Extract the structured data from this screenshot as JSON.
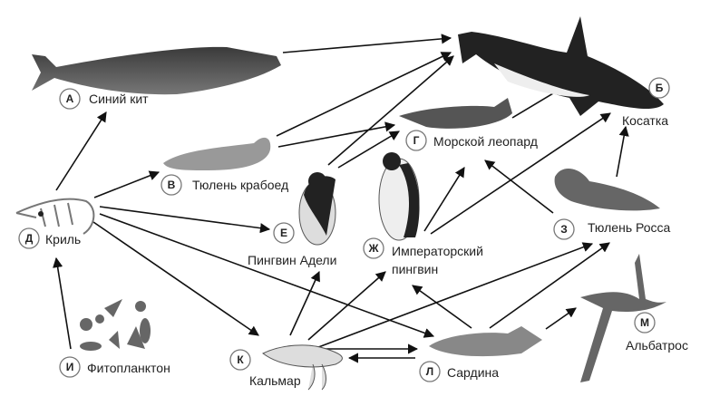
{
  "title": "Пищевая сеть Антарктики",
  "nodes": {
    "A": {
      "letter": "А",
      "name": "Синий кит"
    },
    "B": {
      "letter": "Б",
      "name": "Косатка"
    },
    "V": {
      "letter": "В",
      "name": "Тюлень крабоед"
    },
    "G": {
      "letter": "Г",
      "name": "Морской леопард"
    },
    "D": {
      "letter": "Д",
      "name": "Криль"
    },
    "E": {
      "letter": "Е",
      "name": "Пингвин Адели"
    },
    "Zh": {
      "letter": "Ж",
      "name_line1": "Императорский",
      "name_line2": "пингвин"
    },
    "Z": {
      "letter": "З",
      "name": "Тюлень Росса"
    },
    "I": {
      "letter": "И",
      "name": "Фитопланктон"
    },
    "K": {
      "letter": "К",
      "name": "Кальмар"
    },
    "L": {
      "letter": "Л",
      "name": "Сардина"
    },
    "M": {
      "letter": "М",
      "name": "Альбатрос"
    }
  },
  "edges": [
    [
      "Синий кит",
      "Косатка"
    ],
    [
      "Криль",
      "Синий кит"
    ],
    [
      "Криль",
      "Тюлень крабоед"
    ],
    [
      "Криль",
      "Пингвин Адели"
    ],
    [
      "Криль",
      "Сардина"
    ],
    [
      "Криль",
      "Кальмар"
    ],
    [
      "Тюлень крабоед",
      "Косатка"
    ],
    [
      "Тюлень крабоед",
      "Морской леопард"
    ],
    [
      "Пингвин Адели",
      "Косатка"
    ],
    [
      "Пингвин Адели",
      "Морской леопард"
    ],
    [
      "Морской леопард",
      "Косатка"
    ],
    [
      "Императорский пингвин",
      "Морской леопард"
    ],
    [
      "Императорский пингвин",
      "Косатка"
    ],
    [
      "Тюлень Росса",
      "Морской леопард"
    ],
    [
      "Тюлень Росса",
      "Косатка"
    ],
    [
      "Фитопланктон",
      "Криль"
    ],
    [
      "Кальмар",
      "Пингвин Адели"
    ],
    [
      "Кальмар",
      "Императорский пингвин"
    ],
    [
      "Кальмар",
      "Тюлень Росса"
    ],
    [
      "Кальмар",
      "Сардина"
    ],
    [
      "Сардина",
      "Кальмар"
    ],
    [
      "Сардина",
      "Императорский пингвин"
    ],
    [
      "Сардина",
      "Тюлень Росса"
    ],
    [
      "Сардина",
      "Альбатрос"
    ]
  ]
}
